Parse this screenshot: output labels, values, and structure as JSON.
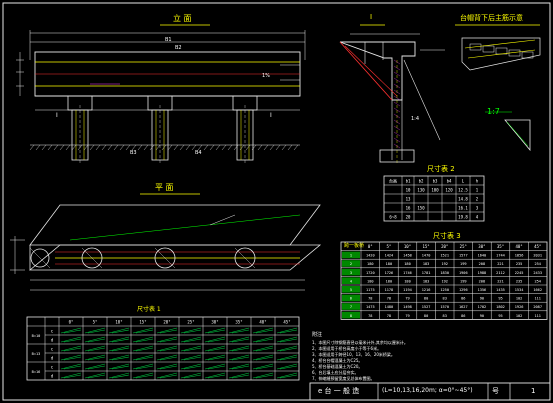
{
  "colors": {
    "background": "#000000",
    "line_white": "#e8e8e8",
    "line_green": "#00ff00",
    "line_yellow": "#ffff00",
    "line_cyan": "#00ffff",
    "line_red": "#ff3030",
    "line_magenta": "#ff40ff",
    "text_yellow": "#ffff00",
    "text_white": "#ffffff"
  },
  "views": {
    "elevation_title": "立 面",
    "section_title": "I",
    "plan_title": "平 面",
    "detail_title": "台帽背下后主筋示意",
    "detail_scale": "1:7"
  },
  "labels": {
    "dim_b1": "B1",
    "dim_b2": "B2",
    "dim_b3": "B3",
    "dim_b4": "B4",
    "slope_label": "1:4",
    "ratio_label": "1%",
    "elev_i1": "I",
    "elev_i2": "I"
  },
  "table_top": {
    "title": "尺寸表 2",
    "header": [
      "台高",
      "b1",
      "b2",
      "b3",
      "b4",
      "L",
      "h"
    ],
    "rows": [
      [
        "",
        "10",
        "130",
        "100",
        "120",
        "12.5",
        "1"
      ],
      [
        "",
        "13",
        "",
        "",
        "",
        "14.8",
        "2"
      ],
      [
        "",
        "16",
        "150",
        "",
        "",
        "16.1",
        "3"
      ],
      [
        "6~8",
        "20",
        "",
        "",
        "",
        "19.8",
        "4"
      ]
    ]
  },
  "table_mid": {
    "title": "尺寸表 3",
    "header_main": "跨一板桥",
    "header": [
      "",
      "0°",
      "5°",
      "10°",
      "15°",
      "20°",
      "25°",
      "30°",
      "35°",
      "40°",
      "45°"
    ],
    "rows": [
      [
        "1",
        "1420",
        "1424",
        "1458",
        "1470",
        "1521",
        "1577",
        "1640",
        "1744",
        "1856",
        "2031"
      ],
      [
        "2",
        "180",
        "180",
        "180",
        "183",
        "192",
        "199",
        "208",
        "221",
        "235",
        "254"
      ],
      [
        "3",
        "1720",
        "1726",
        "1746",
        "1781",
        "1830",
        "1906",
        "1988",
        "2112",
        "2245",
        "2433"
      ],
      [
        "4",
        "180",
        "180",
        "180",
        "183",
        "192",
        "199",
        "208",
        "221",
        "235",
        "254"
      ],
      [
        "5",
        "1175",
        "1178",
        "1194",
        "1216",
        "1250",
        "1296",
        "1356",
        "1435",
        "1534",
        "1662"
      ],
      [
        "6",
        "78",
        "78",
        "79",
        "80",
        "83",
        "86",
        "90",
        "95",
        "102",
        "111"
      ],
      [
        "7",
        "1475",
        "1480",
        "1498",
        "1527",
        "1570",
        "1627",
        "1702",
        "1802",
        "1926",
        "2087"
      ],
      [
        "8",
        "78",
        "78",
        "79",
        "80",
        "83",
        "86",
        "90",
        "95",
        "102",
        "111"
      ]
    ]
  },
  "table_bottom": {
    "title": "尺寸表 1",
    "header": [
      "",
      "",
      "0°",
      "5°",
      "10°",
      "15°",
      "20°",
      "25°",
      "30°",
      "35°",
      "40°",
      "45°"
    ],
    "groups": [
      "B=10",
      "B=13",
      "B=16"
    ],
    "row_labels": [
      "c",
      "d",
      "c",
      "d",
      "c",
      "d"
    ]
  },
  "notes": {
    "title": "附注",
    "items": [
      "1、本图尺寸除钢筋直径以毫米计外,其余均以厘米计。",
      "2、本图适用于桥台高度小于等于6米。",
      "3、本图适用于跨径10、13、16、20米桥梁。",
      "4、桥台台帽混凝土为C25。",
      "5、桥台基础混凝土为C20。",
      "6、台后填土应分层夯实。",
      "7、伸缩缝预留宽度见总体布置图。"
    ]
  },
  "title_block": {
    "drawing_title": "e 台 一 般 造",
    "subtitle": "(L=10,13,16,20m; α=0°~45°)",
    "no_label": "号",
    "sheet_no": "1"
  }
}
